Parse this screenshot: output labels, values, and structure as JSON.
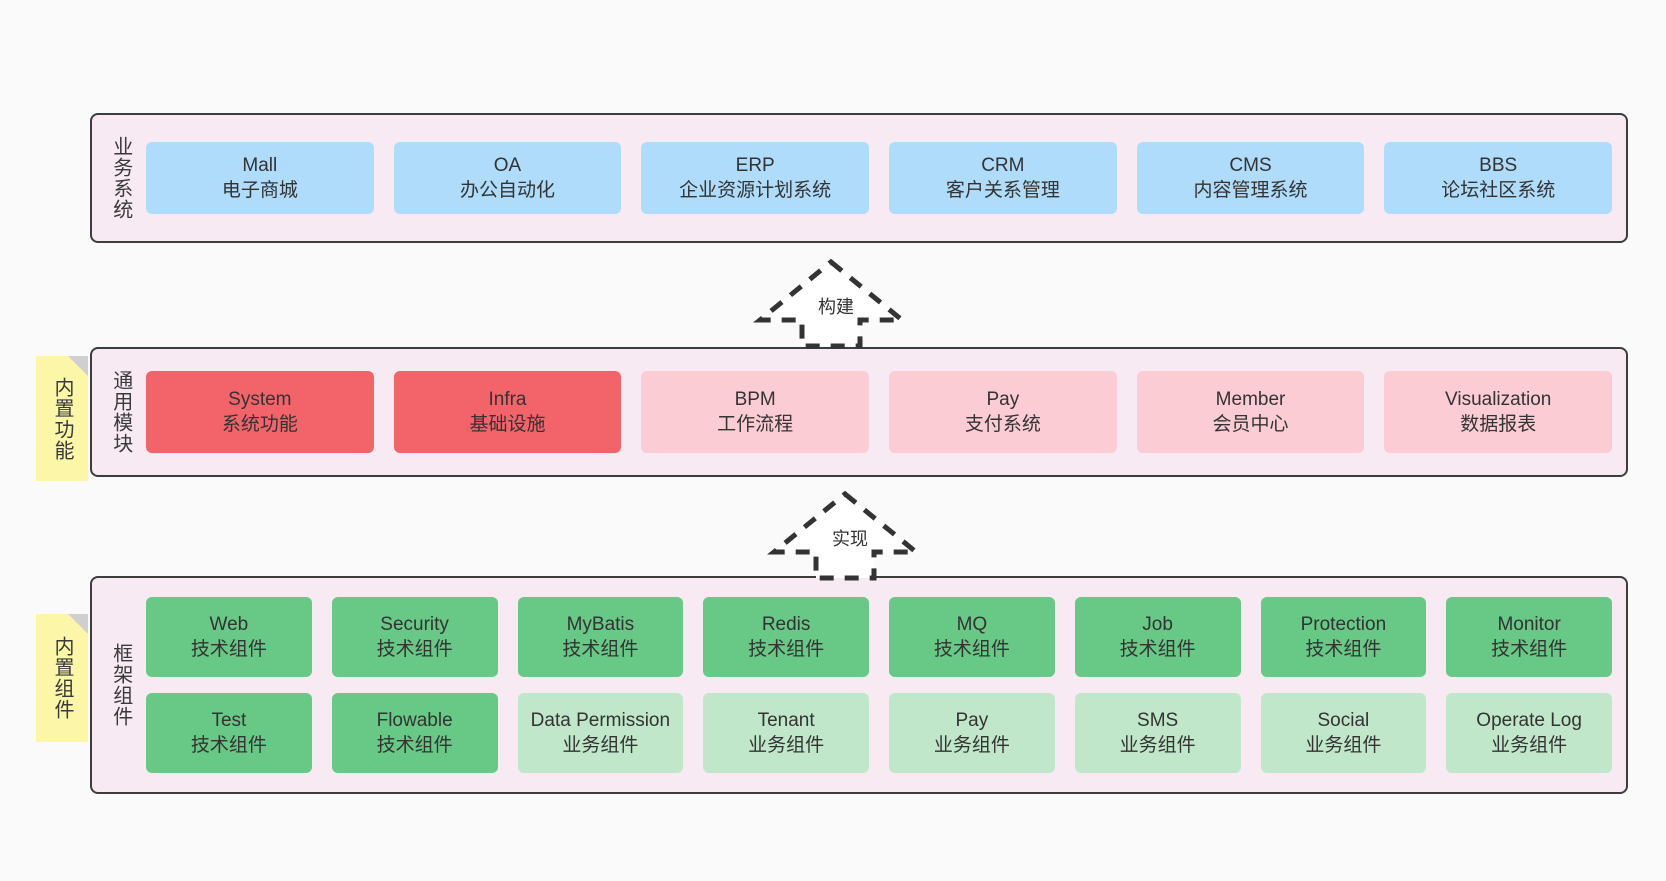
{
  "diagram": {
    "background_color": "#fafafa",
    "layer_fill": "#f8eaf3",
    "layer_border": "#3d3d3d",
    "note_color": "#fbf6a8"
  },
  "notes": [
    {
      "label": "内置功能"
    },
    {
      "label": "内置组件"
    }
  ],
  "arrows": [
    {
      "label": "构建"
    },
    {
      "label": "实现"
    }
  ],
  "layers": [
    {
      "title": "业务系统",
      "nodes": [
        {
          "name": "Mall",
          "desc": "电子商城",
          "color": "#aedcfa"
        },
        {
          "name": "OA",
          "desc": "办公自动化",
          "color": "#aedcfa"
        },
        {
          "name": "ERP",
          "desc": "企业资源计划系统",
          "color": "#aedcfa"
        },
        {
          "name": "CRM",
          "desc": "客户关系管理",
          "color": "#aedcfa"
        },
        {
          "name": "CMS",
          "desc": "内容管理系统",
          "color": "#aedcfa"
        },
        {
          "name": "BBS",
          "desc": "论坛社区系统",
          "color": "#aedcfa"
        }
      ]
    },
    {
      "title": "通用模块",
      "nodes": [
        {
          "name": "System",
          "desc": "系统功能",
          "color": "#f2646a"
        },
        {
          "name": "Infra",
          "desc": "基础设施",
          "color": "#f2646a"
        },
        {
          "name": "BPM",
          "desc": "工作流程",
          "color": "#fbccd4"
        },
        {
          "name": "Pay",
          "desc": "支付系统",
          "color": "#fbccd4"
        },
        {
          "name": "Member",
          "desc": "会员中心",
          "color": "#fbccd4"
        },
        {
          "name": "Visualization",
          "desc": "数据报表",
          "color": "#fbccd4"
        }
      ]
    },
    {
      "title": "框架组件",
      "rows": [
        [
          {
            "name": "Web",
            "desc": "技术组件",
            "color": "#68c886"
          },
          {
            "name": "Security",
            "desc": "技术组件",
            "color": "#68c886"
          },
          {
            "name": "MyBatis",
            "desc": "技术组件",
            "color": "#68c886"
          },
          {
            "name": "Redis",
            "desc": "技术组件",
            "color": "#68c886"
          },
          {
            "name": "MQ",
            "desc": "技术组件",
            "color": "#68c886"
          },
          {
            "name": "Job",
            "desc": "技术组件",
            "color": "#68c886"
          },
          {
            "name": "Protection",
            "desc": "技术组件",
            "color": "#68c886"
          },
          {
            "name": "Monitor",
            "desc": "技术组件",
            "color": "#68c886"
          }
        ],
        [
          {
            "name": "Test",
            "desc": "技术组件",
            "color": "#68c886"
          },
          {
            "name": "Flowable",
            "desc": "技术组件",
            "color": "#68c886"
          },
          {
            "name": "Data Permission",
            "desc": "业务组件",
            "color": "#c0e7c9"
          },
          {
            "name": "Tenant",
            "desc": "业务组件",
            "color": "#c0e7c9"
          },
          {
            "name": "Pay",
            "desc": "业务组件",
            "color": "#c0e7c9"
          },
          {
            "name": "SMS",
            "desc": "业务组件",
            "color": "#c0e7c9"
          },
          {
            "name": "Social",
            "desc": "业务组件",
            "color": "#c0e7c9"
          },
          {
            "name": "Operate Log",
            "desc": "业务组件",
            "color": "#c0e7c9"
          }
        ]
      ]
    }
  ]
}
